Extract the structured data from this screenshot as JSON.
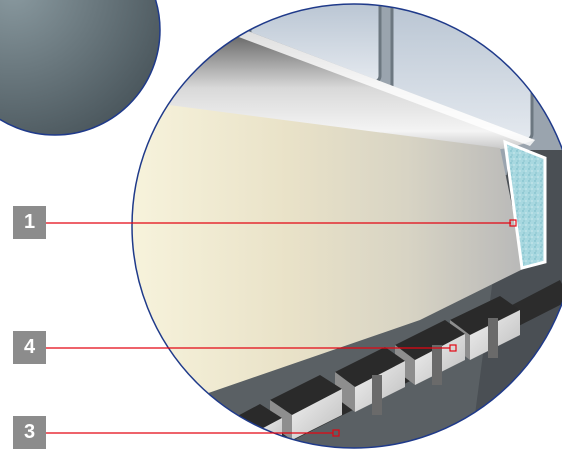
{
  "callouts": [
    {
      "label": "1",
      "color": "#e30613"
    },
    {
      "label": "4",
      "color": "#e30613"
    },
    {
      "label": "3",
      "color": "#e30613"
    }
  ],
  "colors": {
    "badge_bg": "#8c8c8c",
    "leader_line": "#e30613",
    "circle_outline": "#1f3a8a",
    "insulation": "#a8d8e0"
  }
}
